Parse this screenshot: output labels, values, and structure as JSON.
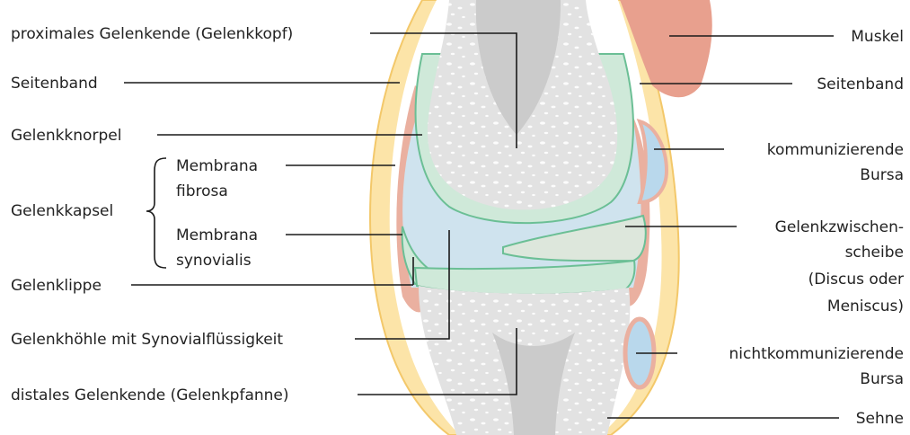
{
  "labels": {
    "proximal_end": "proximales Gelenkende (Gelenkkopf)",
    "side_ligament_left": "Seitenband",
    "cartilage": "Gelenkknorpel",
    "joint_capsule": "Gelenkkapsel",
    "membrana_fibrosa_l1": "Membrana",
    "membrana_fibrosa_l2": "fibrosa",
    "membrana_synovialis_l1": "Membrana",
    "membrana_synovialis_l2": "synovialis",
    "joint_lip": "Gelenklippe",
    "joint_cavity": "Gelenkhöhle mit Synovialflüssigkeit",
    "distal_end": "distales Gelenkende (Gelenkpfanne)",
    "muscle": "Muskel",
    "side_ligament_right": "Seitenband",
    "comm_bursa_l1": "kommunizierende",
    "comm_bursa_l2": "Bursa",
    "disc_l1": "Gelenkzwischen-",
    "disc_l2": "scheibe",
    "disc_l3": "(Discus oder",
    "disc_l4": "Meniscus)",
    "noncomm_bursa_l1": "nichtkommunizierende",
    "noncomm_bursa_l2": "Bursa",
    "tendon": "Sehne"
  },
  "colors": {
    "ligament": "#fce4a8",
    "ligament_edge": "#f3c86a",
    "muscle": "#e8a08e",
    "capsule_red": "#eab0a0",
    "cavity": "#cfe3ee",
    "cartilage": "#cfe9d9",
    "cartilage_edge": "#6bbf95",
    "bone": "#e2e2e2",
    "bone_marrow": "#cbcbcb",
    "bursa": "#b9d8ec"
  }
}
